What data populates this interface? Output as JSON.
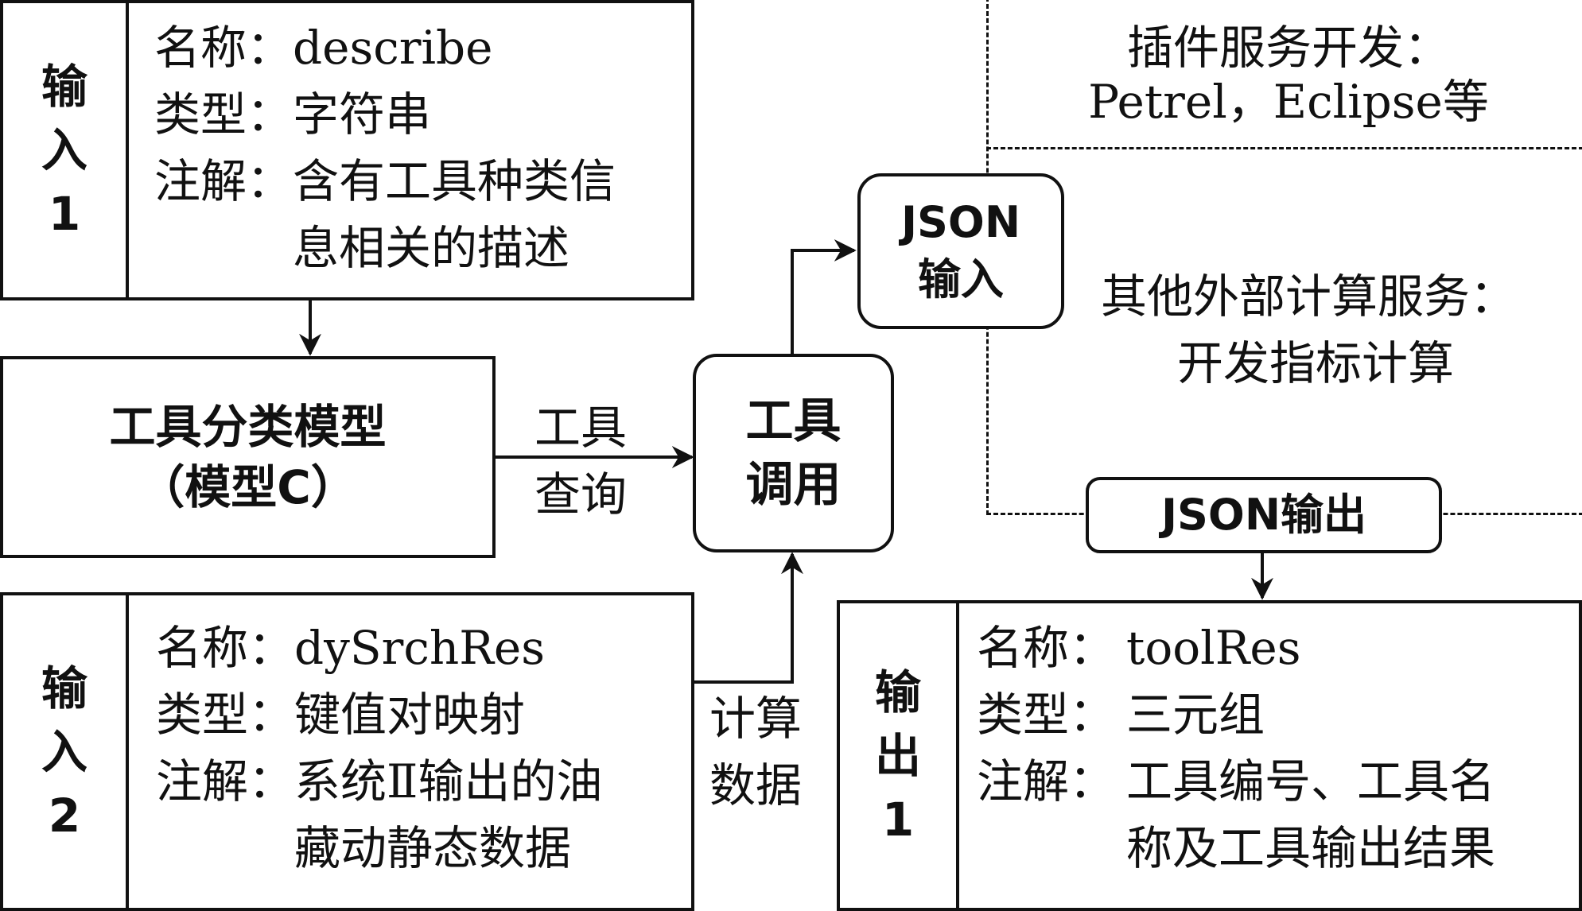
{
  "input1": {
    "title": [
      "输",
      "入",
      "1"
    ],
    "name_key": "名称：",
    "name_val": "describe",
    "type_key": "类型：",
    "type_val": "字符串",
    "note_key": "注解：",
    "note_val_1": "含有工具种类信",
    "note_val_2": "息相关的描述"
  },
  "input2": {
    "title": [
      "输",
      "入",
      "2"
    ],
    "name_key": "名称：",
    "name_val": "dySrchRes",
    "type_key": "类型：",
    "type_val": "键值对映射",
    "note_key": "注解：",
    "note_val_1": "系统Ⅱ输出的油",
    "note_val_2": "藏动静态数据"
  },
  "output1": {
    "title": [
      "输",
      "出",
      "1"
    ],
    "name_key": "名称：",
    "name_val": "toolRes",
    "type_key": "类型：",
    "type_val": "三元组",
    "note_key": "注解：",
    "note_val_1": "工具编号、工具名",
    "note_val_2": "称及工具输出结果"
  },
  "model": {
    "line1": "工具分类模型",
    "line2": "（模型C）"
  },
  "tool_call": {
    "line1": "工具",
    "line2": "调用"
  },
  "json_in": {
    "line1": "JSON",
    "line2": "输入"
  },
  "json_out": {
    "label": "JSON输出"
  },
  "edge_tool_query": {
    "line1": "工具",
    "line2": "查询"
  },
  "edge_calc_data": {
    "line1": "计算",
    "line2": "数据"
  },
  "plugin": {
    "line1": "插件服务开发：",
    "line2": "Petrel，Eclipse等"
  },
  "external": {
    "line1": "其他外部计算服务：",
    "line2": "开发指标计算"
  }
}
